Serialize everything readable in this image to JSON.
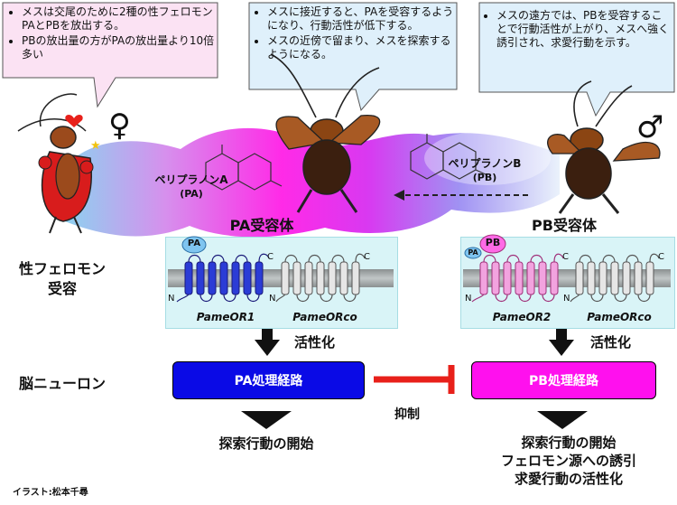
{
  "callouts": {
    "left": [
      "メスは交尾のために2種の性フェロモンPAとPBを放出する。",
      "PBの放出量の方がPAの放出量より10倍多い"
    ],
    "middle": [
      "メスに接近すると、PAを受容するようになり、行動活性が低下する。",
      "メスの近傍で留まり、メスを探索するようになる。"
    ],
    "right": [
      "メスの遠方では、PBを受容することで行動活性が上がり、メスへ強く誘引され、求愛行動を示す。"
    ]
  },
  "symbols": {
    "female": "♀",
    "male": "♂"
  },
  "pheromones": {
    "pa_name": "ペリプラノンA",
    "pa_abbr": "(PA)",
    "pb_name": "ペリプラノンB",
    "pb_abbr": "(PB)"
  },
  "receptors": {
    "pa_title": "PA受容体",
    "pb_title": "PB受容体",
    "pa_badge": "PA",
    "pb_badge": "PB",
    "pb_small_badge": "PA",
    "terminal_n": "N",
    "terminal_c": "C",
    "pa_gene": "PameOR1",
    "pb_gene": "PameOR2",
    "co_gene": "PameORco"
  },
  "row_labels": {
    "receptor_row_line1": "性フェロモン",
    "receptor_row_line2": "受容",
    "neuron_row": "脳ニューロン"
  },
  "activation_label": "活性化",
  "pathways": {
    "pa": "PA処理経路",
    "pb": "PB処理経路",
    "inhibit": "抑制"
  },
  "outcomes": {
    "pa": [
      "探索行動の開始"
    ],
    "pb": [
      "探索行動の開始",
      "フェロモン源への誘引",
      "求愛行動の活性化"
    ]
  },
  "credit": "イラスト:松本千尋",
  "colors": {
    "pa_blue": "#0a0ae6",
    "pb_magenta": "#ff10ee",
    "inhibit_red": "#e8201a",
    "callout_pink": "#fbe2f3",
    "callout_blue": "#dff0fb",
    "panel_cyan": "#d9f4f7"
  }
}
